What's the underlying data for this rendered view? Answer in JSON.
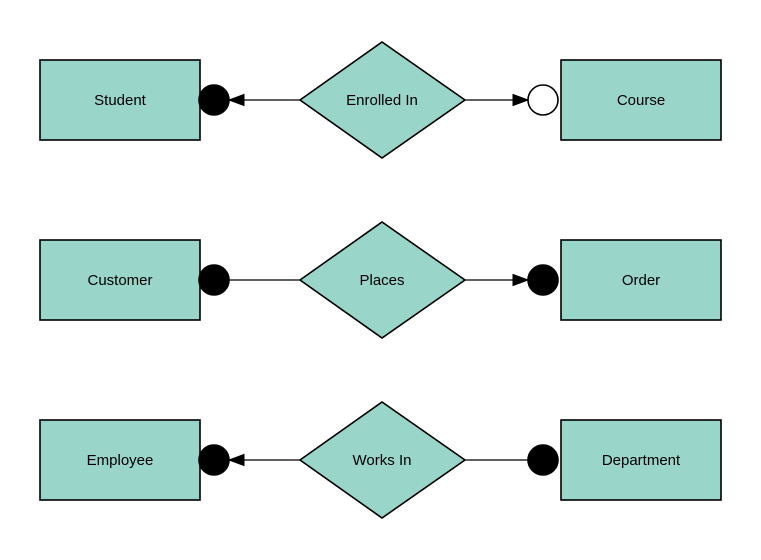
{
  "diagram": {
    "type": "entity-relationship",
    "colors": {
      "shape_fill": "#99d5c8",
      "shape_stroke": "#000000",
      "line": "#000000",
      "dot_filled": "#000000",
      "dot_open": "#ffffff",
      "background": "#ffffff",
      "text": "#000000"
    },
    "rows": [
      {
        "left_entity": "Student",
        "relationship": "Enrolled In",
        "right_entity": "Course",
        "left": {
          "dot_fill": "#000000",
          "dot_style": "filled",
          "arrow": "visible",
          "arrow_direction": "toward-entity"
        },
        "right": {
          "dot_fill": "#ffffff",
          "dot_style": "open",
          "arrow": "visible",
          "arrow_direction": "toward-entity"
        }
      },
      {
        "left_entity": "Customer",
        "relationship": "Places",
        "right_entity": "Order",
        "left": {
          "dot_fill": "#000000",
          "dot_style": "filled",
          "arrow": "hidden",
          "arrow_direction": "none"
        },
        "right": {
          "dot_fill": "#000000",
          "dot_style": "filled",
          "arrow": "visible",
          "arrow_direction": "toward-entity"
        }
      },
      {
        "left_entity": "Employee",
        "relationship": "Works In",
        "right_entity": "Department",
        "left": {
          "dot_fill": "#000000",
          "dot_style": "filled",
          "arrow": "visible",
          "arrow_direction": "toward-entity"
        },
        "right": {
          "dot_fill": "#000000",
          "dot_style": "filled",
          "arrow": "hidden",
          "arrow_direction": "none"
        }
      }
    ]
  }
}
